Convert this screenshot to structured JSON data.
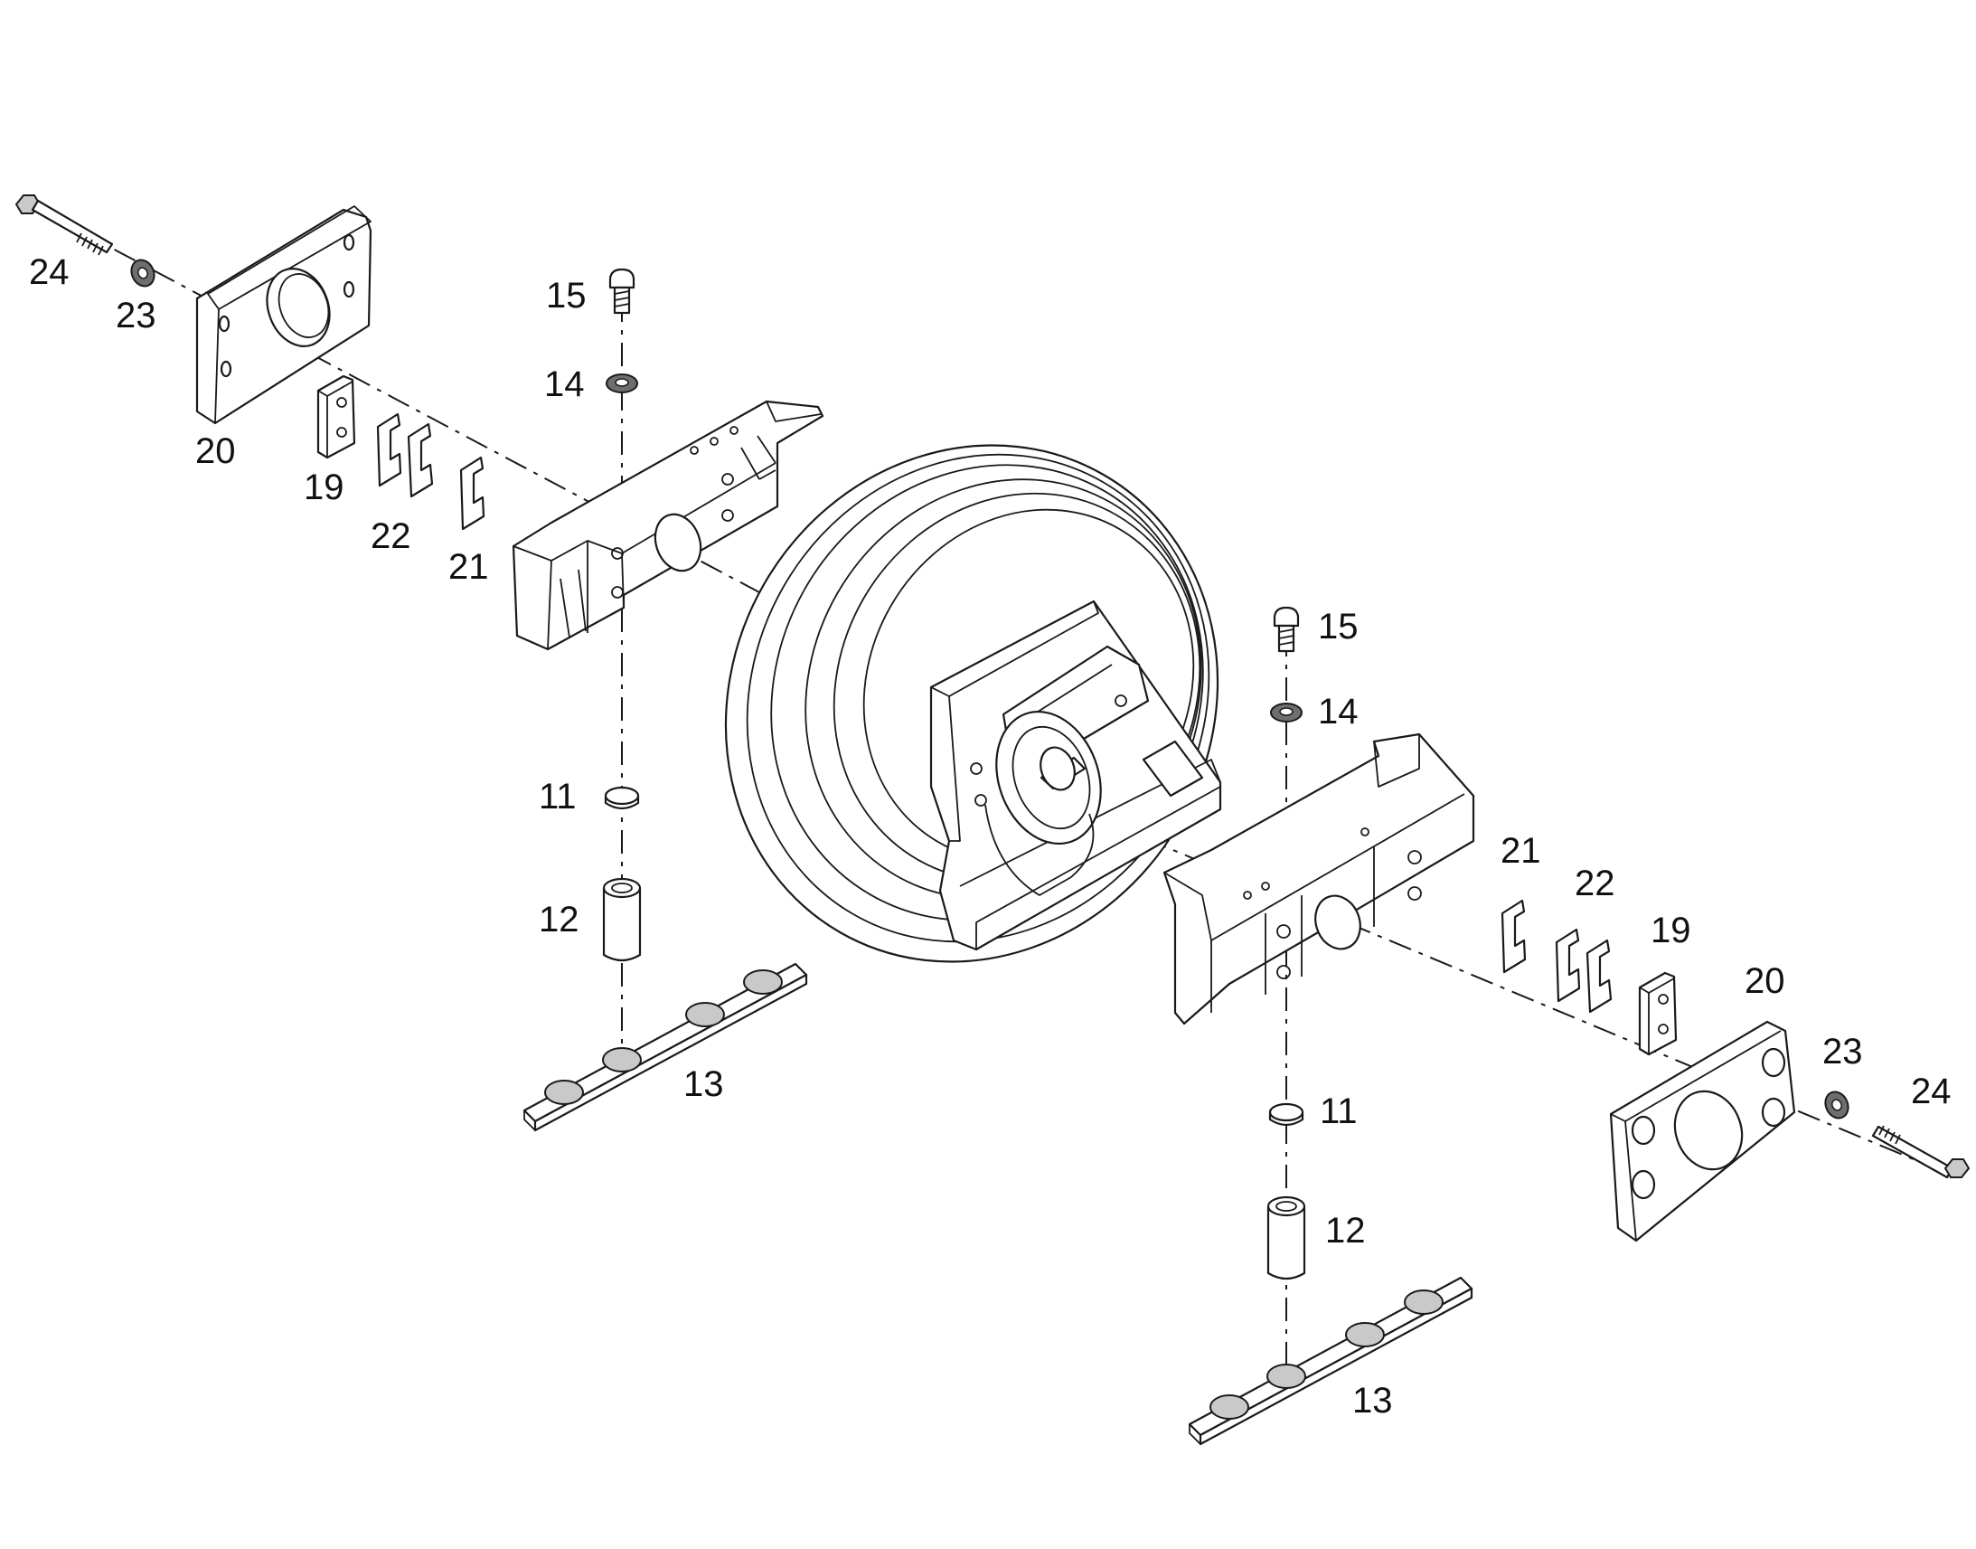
{
  "callouts": {
    "left": {
      "bolt": "24",
      "washer": "23",
      "plate": "20",
      "block": "19",
      "shim_pair": "22",
      "shim": "21",
      "screw": "15",
      "lock_washer": "14",
      "plug": "11",
      "bushing": "12",
      "guard_strip": "13"
    },
    "right": {
      "bolt": "24",
      "washer": "23",
      "plate": "20",
      "block": "19",
      "shim_pair": "22",
      "shim": "21",
      "screw": "15",
      "lock_washer": "14",
      "plug": "11",
      "bushing": "12",
      "guard_strip": "13"
    }
  }
}
